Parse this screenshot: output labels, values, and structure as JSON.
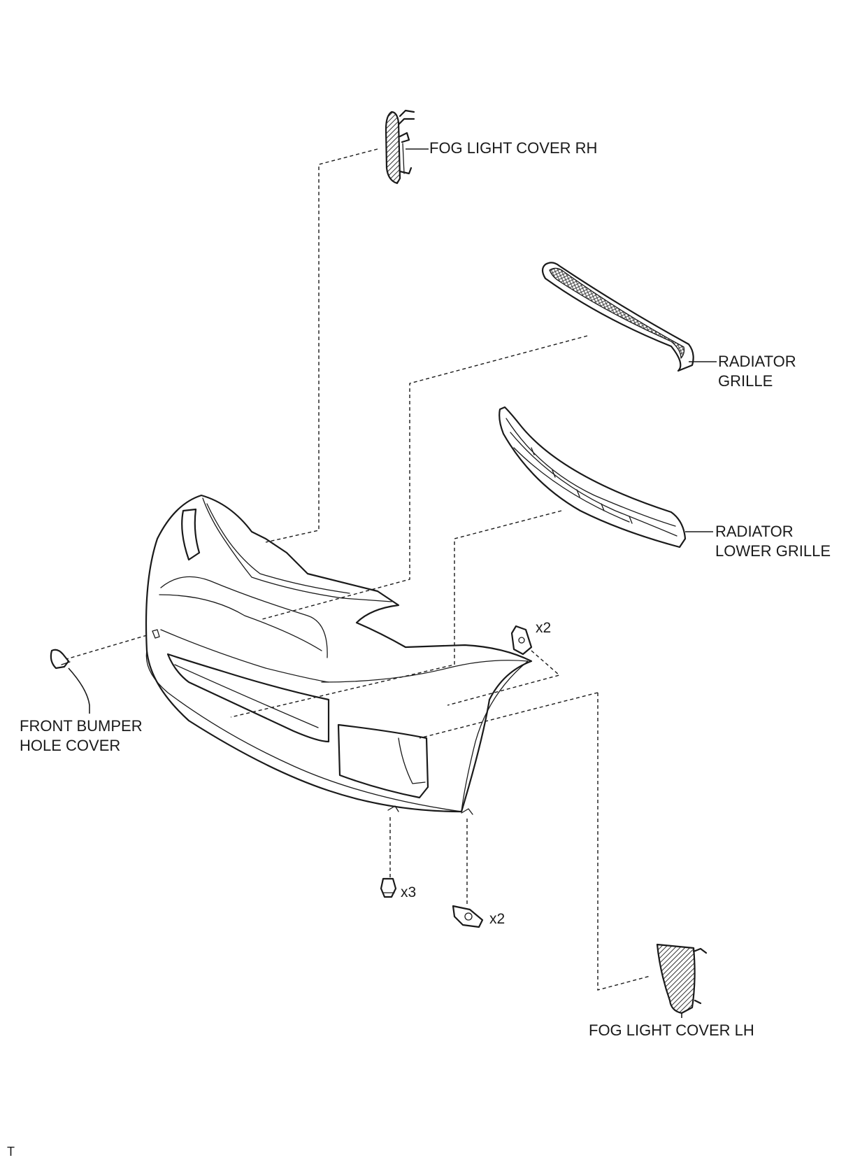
{
  "labels": {
    "fog_light_cover_rh": "FOG LIGHT COVER RH",
    "radiator_grille_line1": "RADIATOR",
    "radiator_grille_line2": "GRILLE",
    "radiator_lower_grille_line1": "RADIATOR",
    "radiator_lower_grille_line2": "LOWER GRILLE",
    "front_bumper_hole_cover_line1": "FRONT BUMPER",
    "front_bumper_hole_cover_line2": "HOLE COVER",
    "fog_light_cover_lh": "FOG LIGHT COVER LH"
  },
  "quantities": {
    "clip_upper": "x2",
    "clip_bottom": "x3",
    "screw_bottom": "x2"
  },
  "corner_mark": "T"
}
